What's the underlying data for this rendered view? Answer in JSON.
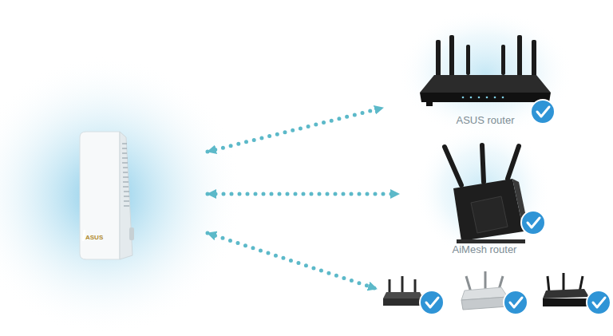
{
  "diagram": {
    "nodes": [
      {
        "text": [
          "ASUS"
        ]
      },
      {
        "text": [
          "ASUS router"
        ]
      },
      {
        "text": [
          "AiMesh router"
        ]
      },
      {
        "text": []
      }
    ],
    "edges": [
      {
        "from": 0,
        "to": 1,
        "arrow": "both"
      },
      {
        "from": 0,
        "to": 2,
        "arrow": "both"
      },
      {
        "from": 0,
        "to": 3,
        "arrow": "both"
      }
    ]
  }
}
